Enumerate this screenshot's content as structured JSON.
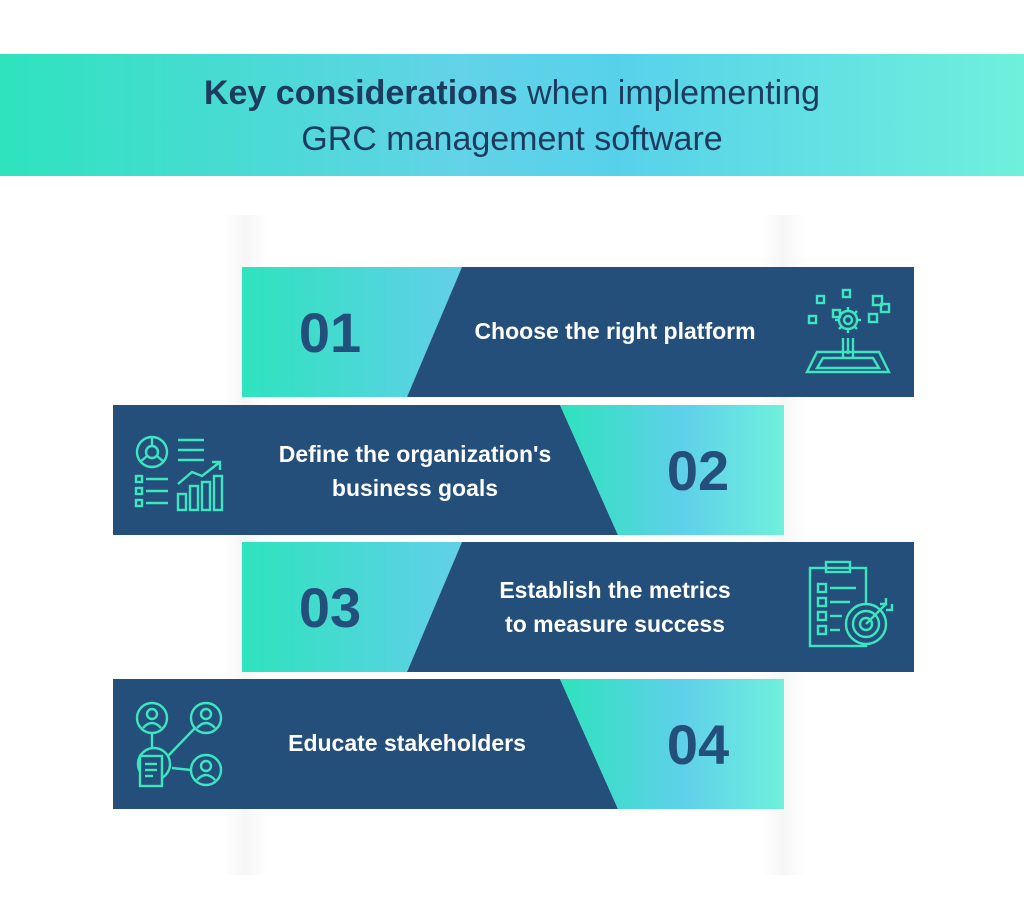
{
  "title": {
    "bold": "Key considerations",
    "rest": " when implementing",
    "line2": "GRC management software"
  },
  "steps": [
    {
      "number": "01",
      "label": "Choose the right platform",
      "icon": "platform-gear-icon"
    },
    {
      "number": "02",
      "label_line1": "Define the organization's",
      "label_line2": "business goals",
      "icon": "chart-report-icon"
    },
    {
      "number": "03",
      "label_line1": "Establish the metrics",
      "label_line2": "to measure success",
      "icon": "clipboard-target-icon"
    },
    {
      "number": "04",
      "label": "Educate stakeholders",
      "icon": "people-network-icon"
    }
  ],
  "colors": {
    "navy": "#234f7a",
    "teal_start": "#2ee3bd",
    "teal_end": "#5fd0ea",
    "icon": "#3de6c0",
    "title_text": "#1d3b5e"
  }
}
